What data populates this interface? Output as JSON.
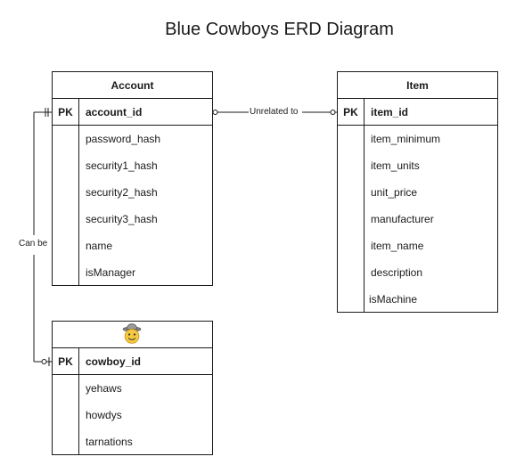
{
  "diagram": {
    "title": "Blue Cowboys ERD Diagram",
    "tables": {
      "account": {
        "name": "Account",
        "pk_label": "PK",
        "pk_field": "account_id",
        "fields": [
          "password_hash",
          "security1_hash",
          "security2_hash",
          "security3_hash",
          "name",
          "isManager"
        ]
      },
      "item": {
        "name": "Item",
        "pk_label": "PK",
        "pk_field": "item_id",
        "fields": [
          "item_minimum",
          "item_units",
          "unit_price",
          "manufacturer",
          "item_name",
          "description",
          "isMachine"
        ]
      },
      "cowboy": {
        "header_icon": "cowboy-emoji-icon",
        "pk_label": "PK",
        "pk_field": "cowboy_id",
        "fields": [
          "yehaws",
          "howdys",
          "tarnations"
        ]
      }
    },
    "relations": {
      "account_item": "Unrelated to",
      "account_cowboy": "Can be"
    }
  }
}
